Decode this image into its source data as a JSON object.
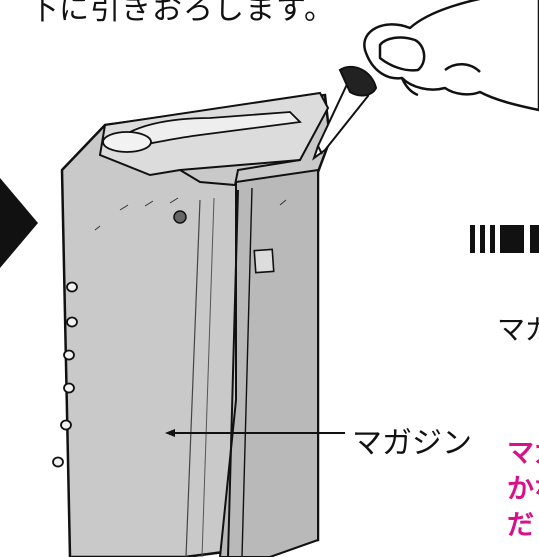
{
  "top_caption": "下に引きおろします。",
  "callout": {
    "magazine_label": "マガジン"
  },
  "right_column": {
    "cut_label": "マガ",
    "pink_lines": [
      "マガ",
      "かな",
      "だ"
    ]
  },
  "colors": {
    "line": "#111111",
    "magazine_fill": "#c9c9c9",
    "magazine_shade": "#b4b4b4",
    "pink": "#d6128a"
  },
  "icons": [
    "arrow-right-icon",
    "hand-icon",
    "pencil-tool-icon",
    "magazine-illustration"
  ]
}
